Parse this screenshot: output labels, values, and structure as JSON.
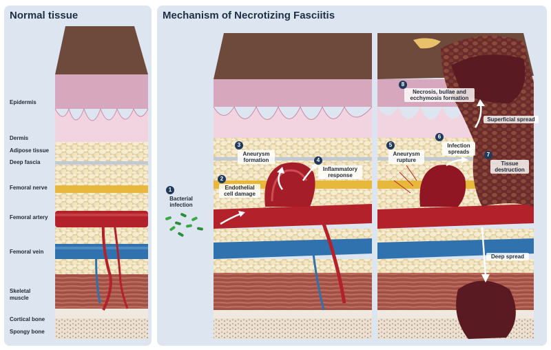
{
  "titles": {
    "left": "Normal tissue",
    "right": "Mechanism of Necrotizing Fasciitis"
  },
  "layer_labels": [
    "Epidermis",
    "Dermis",
    "Adipose tissue",
    "Deep fascia",
    "Femoral nerve",
    "Femoral artery",
    "Femoral vein",
    "Skeletal muscle",
    "Cortical bone",
    "Spongy bone"
  ],
  "steps": [
    {
      "number": "1",
      "text": "Bacterial infection"
    },
    {
      "number": "2",
      "text": "Endothelial cell damage"
    },
    {
      "number": "3",
      "text": "Aneurysm formation"
    },
    {
      "number": "4",
      "text": "Inflammatory response"
    },
    {
      "number": "5",
      "text": "Aneurysm rupture"
    },
    {
      "number": "6",
      "text": "Infection spreads"
    },
    {
      "number": "7",
      "text": "Tissue destruction"
    },
    {
      "number": "8",
      "text": "Necrosis, bullae and ecchymosis formation"
    }
  ],
  "spread_labels": {
    "superficial": "Superficial spread",
    "deep": "Deep spread"
  },
  "colors": {
    "panel_bg": "#dde6f0",
    "title": "#1d2e45",
    "skin_top": "#6e4a3c",
    "epidermis": "#d9a9bf",
    "dermis": "#f2d3df",
    "adipose": "#f3e6c8",
    "fascia": "#b9c3cc",
    "nerve": "#e7b83c",
    "artery": "#b3212b",
    "vein": "#2f72ad",
    "muscle": "#a8564a",
    "bone": "#efe7dd",
    "necrosis": "#5a1a22",
    "step_badge": "#1f3a5c"
  }
}
